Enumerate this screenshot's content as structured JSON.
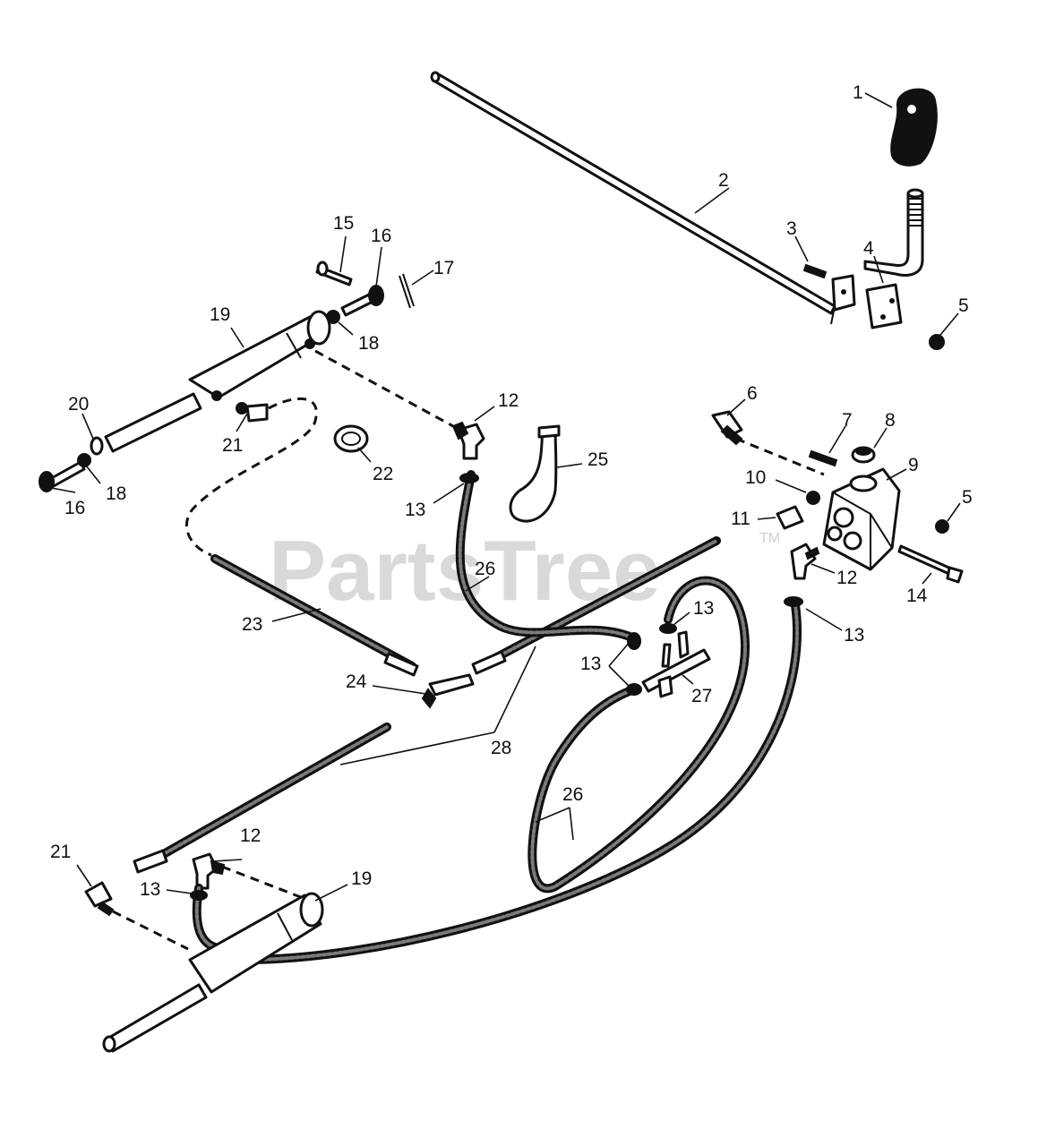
{
  "watermark": {
    "text": "PartsTree",
    "tm": "TM"
  },
  "callouts": [
    {
      "id": "c1",
      "text": "1"
    },
    {
      "id": "c2",
      "text": "2"
    },
    {
      "id": "c3",
      "text": "3"
    },
    {
      "id": "c4",
      "text": "4"
    },
    {
      "id": "c5a",
      "text": "5"
    },
    {
      "id": "c5b",
      "text": "5"
    },
    {
      "id": "c6",
      "text": "6"
    },
    {
      "id": "c7",
      "text": "7"
    },
    {
      "id": "c8",
      "text": "8"
    },
    {
      "id": "c9",
      "text": "9"
    },
    {
      "id": "c10",
      "text": "10"
    },
    {
      "id": "c11",
      "text": "11"
    },
    {
      "id": "c12a",
      "text": "12"
    },
    {
      "id": "c12b",
      "text": "12"
    },
    {
      "id": "c12c",
      "text": "12"
    },
    {
      "id": "c13a",
      "text": "13"
    },
    {
      "id": "c13b",
      "text": "13"
    },
    {
      "id": "c13c",
      "text": "13"
    },
    {
      "id": "c13d",
      "text": "13"
    },
    {
      "id": "c13e",
      "text": "13"
    },
    {
      "id": "c14",
      "text": "14"
    },
    {
      "id": "c15",
      "text": "15"
    },
    {
      "id": "c16a",
      "text": "16"
    },
    {
      "id": "c16b",
      "text": "16"
    },
    {
      "id": "c17",
      "text": "17"
    },
    {
      "id": "c18a",
      "text": "18"
    },
    {
      "id": "c18b",
      "text": "18"
    },
    {
      "id": "c19a",
      "text": "19"
    },
    {
      "id": "c19b",
      "text": "19"
    },
    {
      "id": "c20",
      "text": "20"
    },
    {
      "id": "c21a",
      "text": "21"
    },
    {
      "id": "c21b",
      "text": "21"
    },
    {
      "id": "c22",
      "text": "22"
    },
    {
      "id": "c23",
      "text": "23"
    },
    {
      "id": "c24",
      "text": "24"
    },
    {
      "id": "c25",
      "text": "25"
    },
    {
      "id": "c26a",
      "text": "26"
    },
    {
      "id": "c26b",
      "text": "26"
    },
    {
      "id": "c27",
      "text": "27"
    },
    {
      "id": "c28",
      "text": "28"
    }
  ]
}
